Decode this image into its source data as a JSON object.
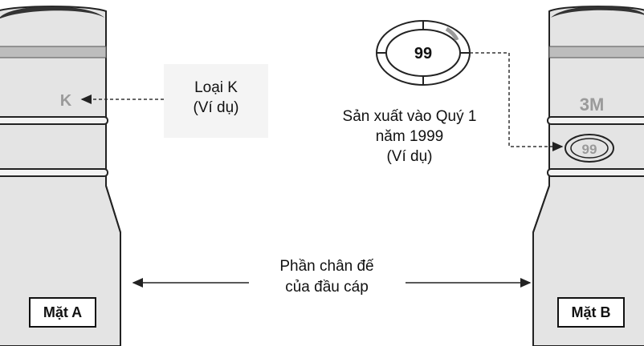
{
  "left_connector": {
    "side_label": "Mặt A",
    "type_mark": "K"
  },
  "right_connector": {
    "side_label": "Mặt B",
    "brand_mark": "3M",
    "date_code": "99"
  },
  "callouts": {
    "type_label": "Loại K",
    "type_example": "(Ví dụ)",
    "date_line1": "Sản xuất vào Quý 1",
    "date_line2": "năm 1999",
    "date_example": "(Ví dụ)",
    "date_code_enlarged": "99",
    "base_line1": "Phần chân đế",
    "base_line2": "của đầu cáp"
  },
  "colors": {
    "body_fill": "#e4e4e4",
    "outline": "#222222",
    "mark_gray": "#9a9a9a",
    "callout_bg": "#f4f4f4"
  }
}
